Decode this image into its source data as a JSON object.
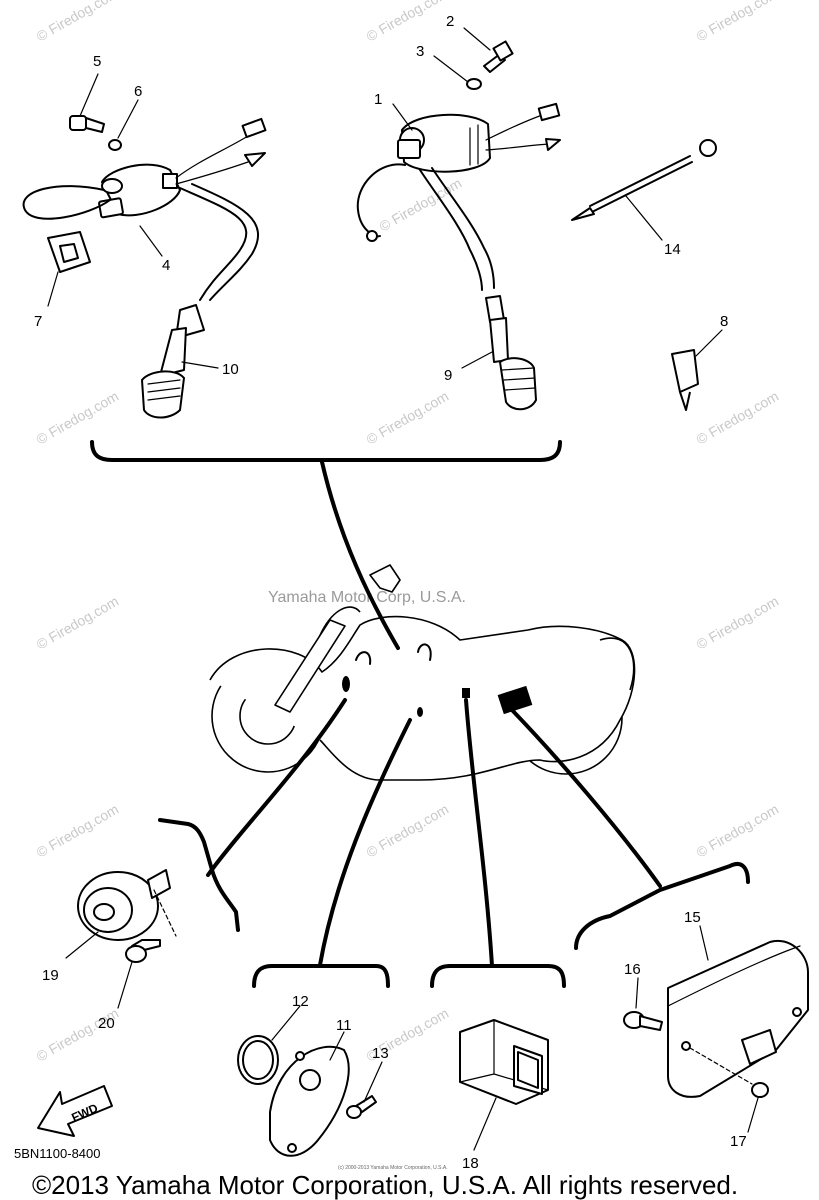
{
  "watermark": "© Firedog.com",
  "center_credit": "Yamaha Motor Corp, U.S.A.",
  "part_number": "5BN1100-8400",
  "fwd_label": "FWD",
  "tiny_credit": "(c) 2000-2013 Yamaha Motor Corporation, U.S.A.",
  "footer": "©2013 Yamaha Motor Corporation, U.S.A. All rights reserved.",
  "callouts": {
    "c1": "1",
    "c2": "2",
    "c3": "3",
    "c4": "4",
    "c5": "5",
    "c6": "6",
    "c7": "7",
    "c8": "8",
    "c9": "9",
    "c10": "10",
    "c11": "11",
    "c12": "12",
    "c13": "13",
    "c14": "14",
    "c15": "15",
    "c16": "16",
    "c17": "17",
    "c18": "18",
    "c19": "19",
    "c20": "20"
  }
}
